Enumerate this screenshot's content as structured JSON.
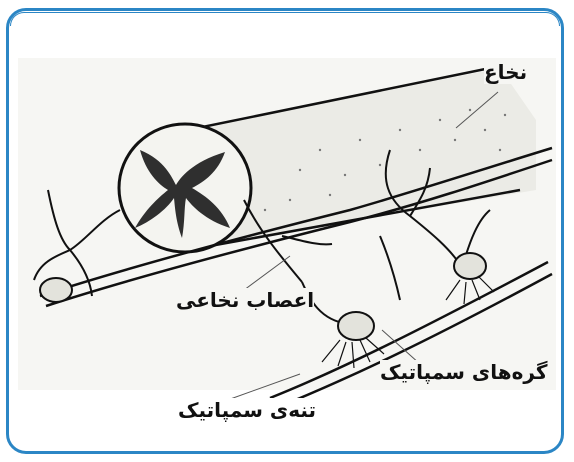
{
  "labels": {
    "spinal_cord": "نخاع",
    "spinal_nerves": "اعصاب نخاعی",
    "sympathetic_ganglia": "گره‌های سمپاتیک",
    "sympathetic_trunk": "تنه‌ی سمپاتیک"
  },
  "colors": {
    "frame_border": "#2b86c5",
    "ink": "#111111",
    "cord_fill": "#e7e7e2",
    "grey_matter": "#333333"
  }
}
